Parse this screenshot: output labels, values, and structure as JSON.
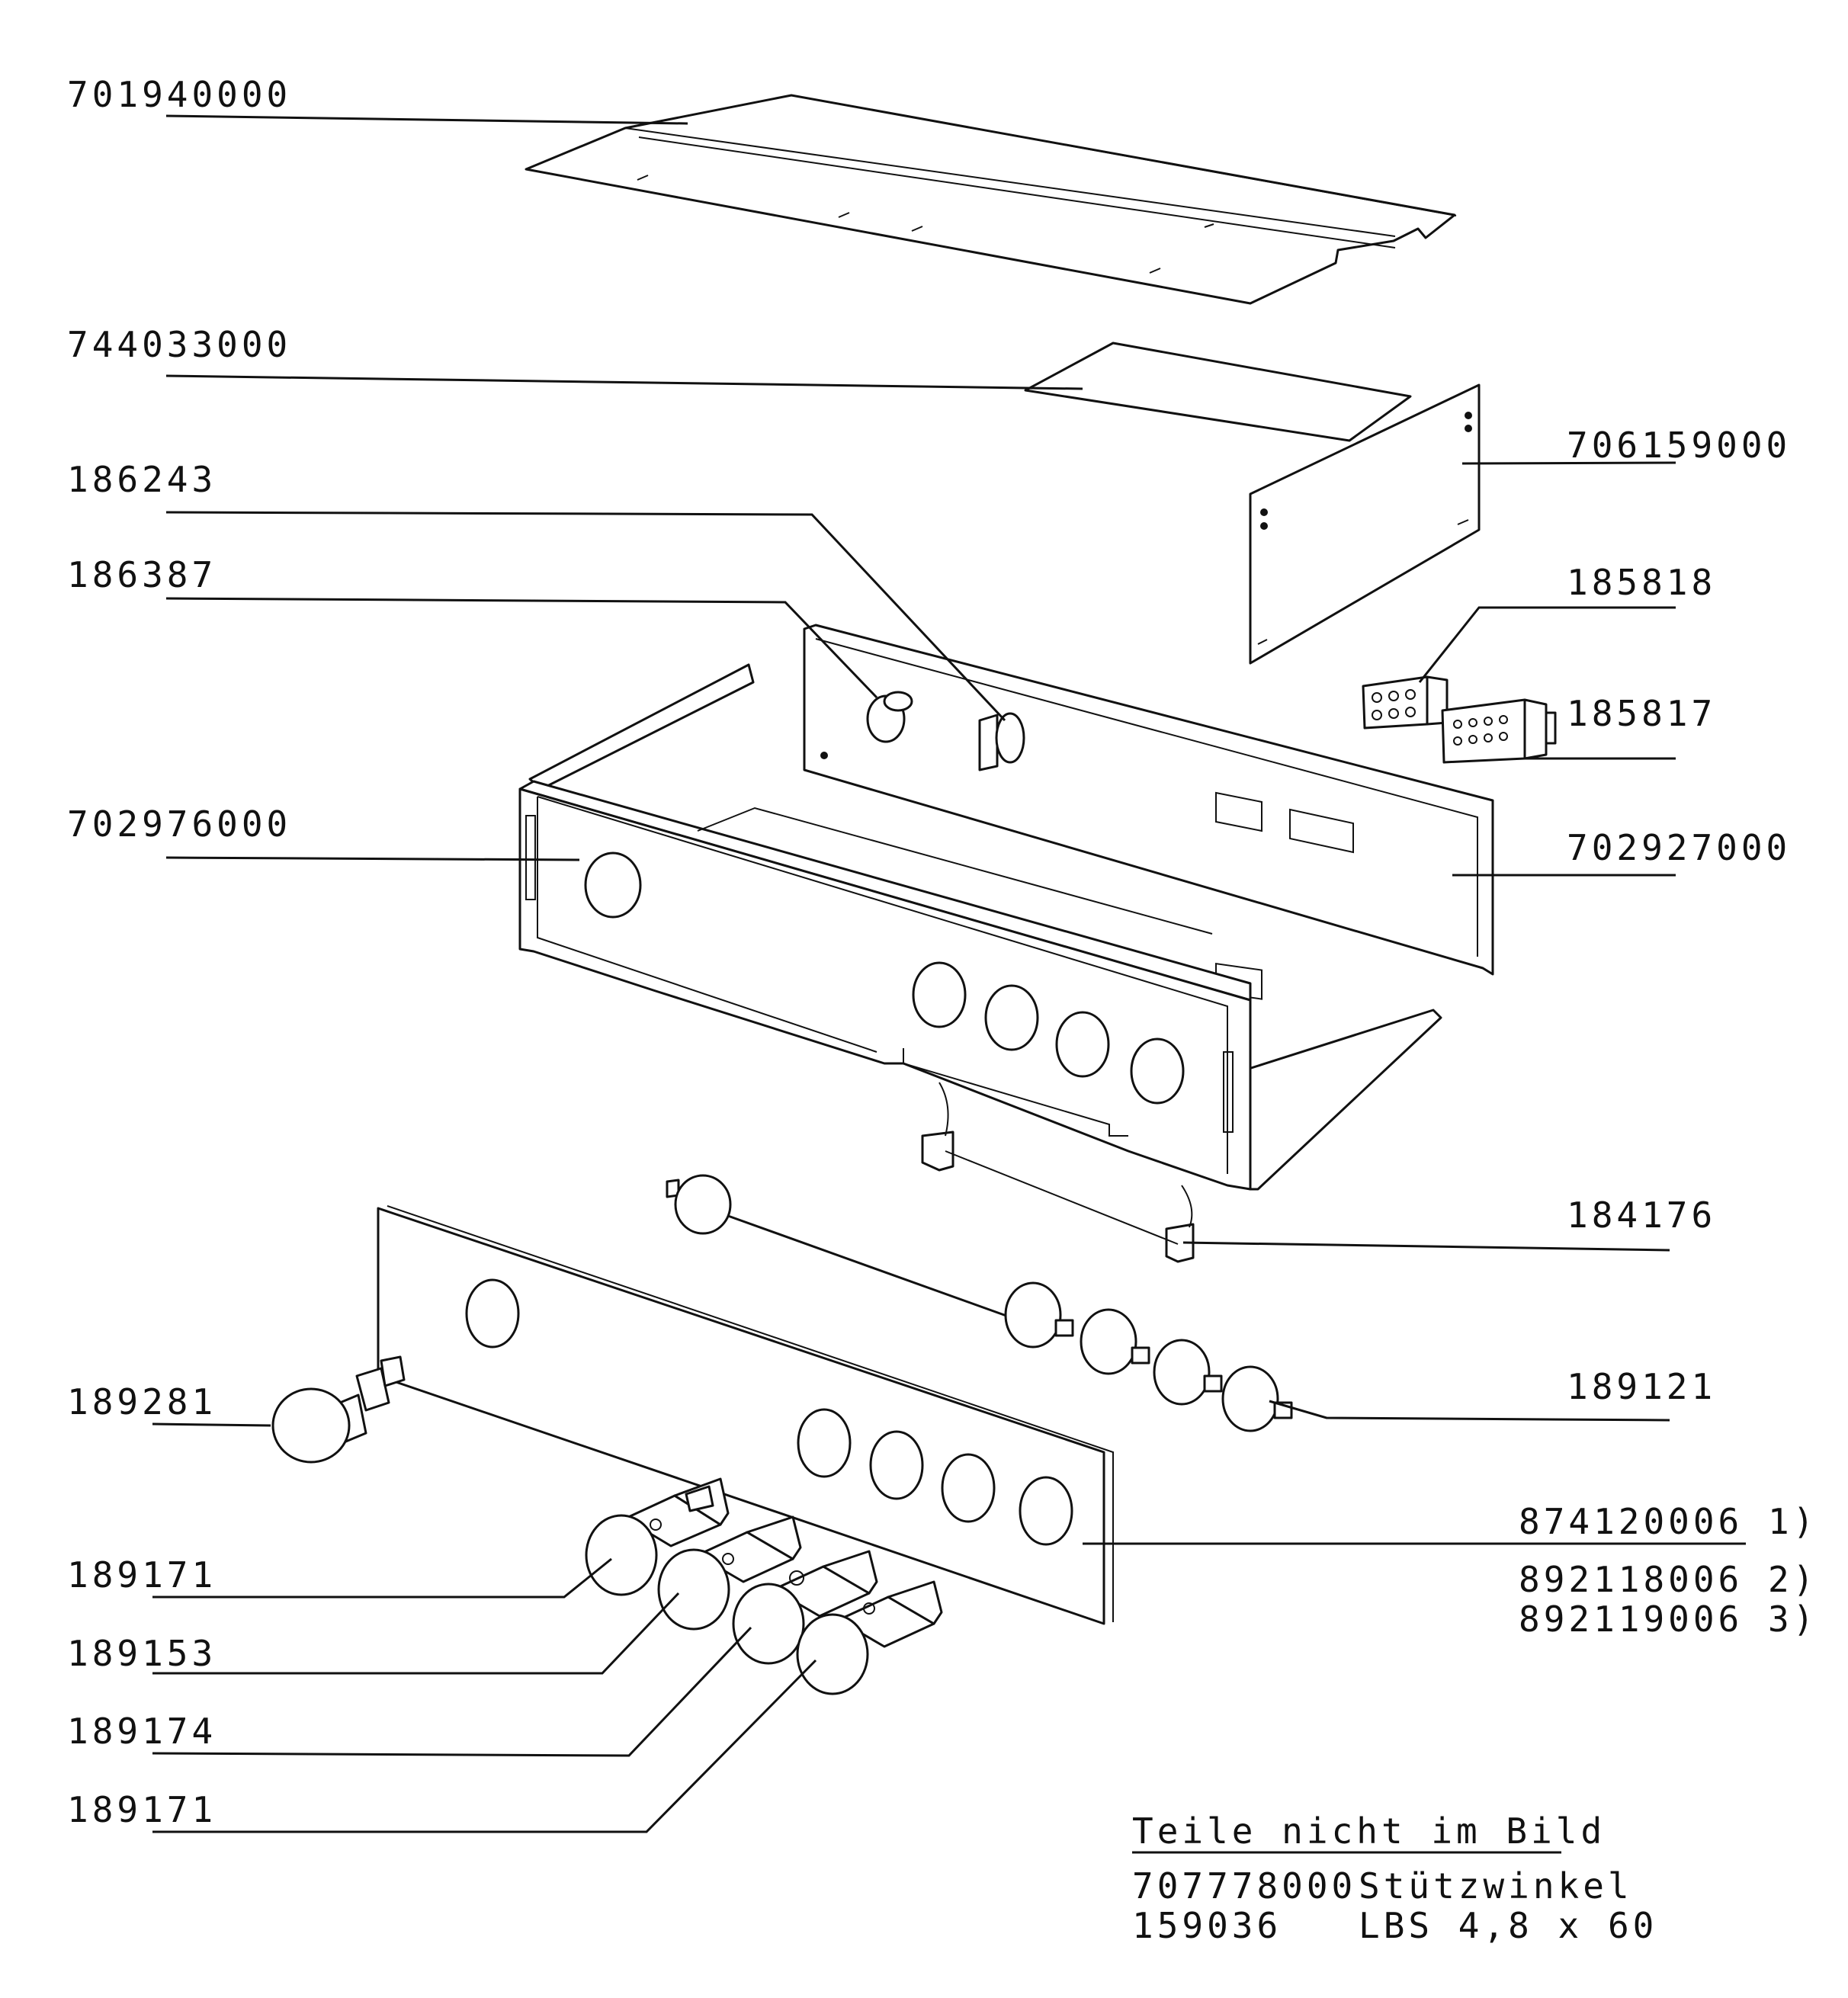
{
  "callouts": {
    "c701940000": "701940000",
    "c744033000": "744033000",
    "c186243": "186243",
    "c186387": "186387",
    "c702976000": "702976000",
    "c706159000": "706159000",
    "c185818": "185818",
    "c185817": "185817",
    "c702927000": "702927000",
    "c184176": "184176",
    "c189121": "189121",
    "c189281": "189281",
    "c874120006": "874120006 1)",
    "c892118006": "892118006 2)",
    "c892119006": "892119006 3)",
    "c189171a": "189171",
    "c189153": "189153",
    "c189174": "189174",
    "c189171b": "189171"
  },
  "not_shown": {
    "heading": "Teile nicht im Bild",
    "rows": [
      {
        "part_no": "707778000",
        "desc": "Stützwinkel"
      },
      {
        "part_no": "159036",
        "desc": "LBS 4,8 x 60"
      }
    ]
  }
}
